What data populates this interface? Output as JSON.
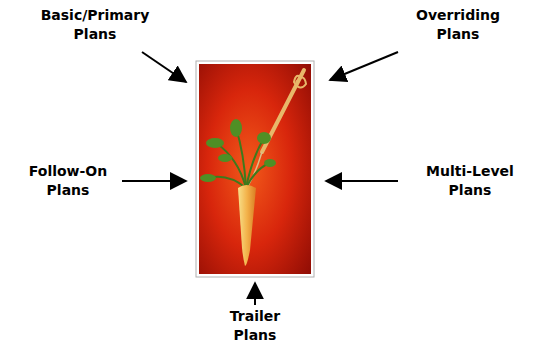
{
  "diagram": {
    "labels": [
      "Basic/Primary Plans",
      "Overriding Plans",
      "Follow-On Plans",
      "Multi-Level Plans",
      "Trailer Plans"
    ]
  }
}
